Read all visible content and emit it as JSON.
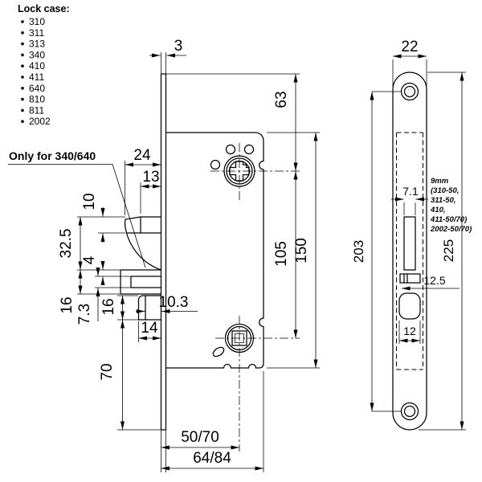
{
  "list": {
    "heading": "Lock case:",
    "models": [
      "310",
      "311",
      "313",
      "340",
      "410",
      "411",
      "640",
      "810",
      "811",
      "2002"
    ]
  },
  "notes": {
    "only_for": "Only for 340/640",
    "follower_note": [
      "9mm",
      "(310-50,",
      "311-50,",
      "410,",
      "411-50/70)",
      "2002-50/70)"
    ]
  },
  "side_dims": {
    "plate_thickness": "3",
    "hook_reach": "24",
    "hook_nose": "13",
    "nose_height": "10",
    "hook_height": "32.5",
    "step": "4",
    "guard_height": "16",
    "guard_throw": "7.3",
    "latch_height": "16",
    "latch_throw": "14",
    "latch_inset": "10.3",
    "latch_to_end": "70",
    "plate_top_to_hub": "63",
    "hub_to_follower": "105",
    "case_height": "150",
    "backset": "50/70",
    "case_depth": "64/84"
  },
  "front_dims": {
    "plate_width": "22",
    "hole_centers": "203",
    "plate_length": "225",
    "hook_slot": "7.1",
    "bolt_slot": "12.5",
    "latch_width": "12"
  },
  "colors": {
    "line": "#000000",
    "background": "#ffffff"
  }
}
